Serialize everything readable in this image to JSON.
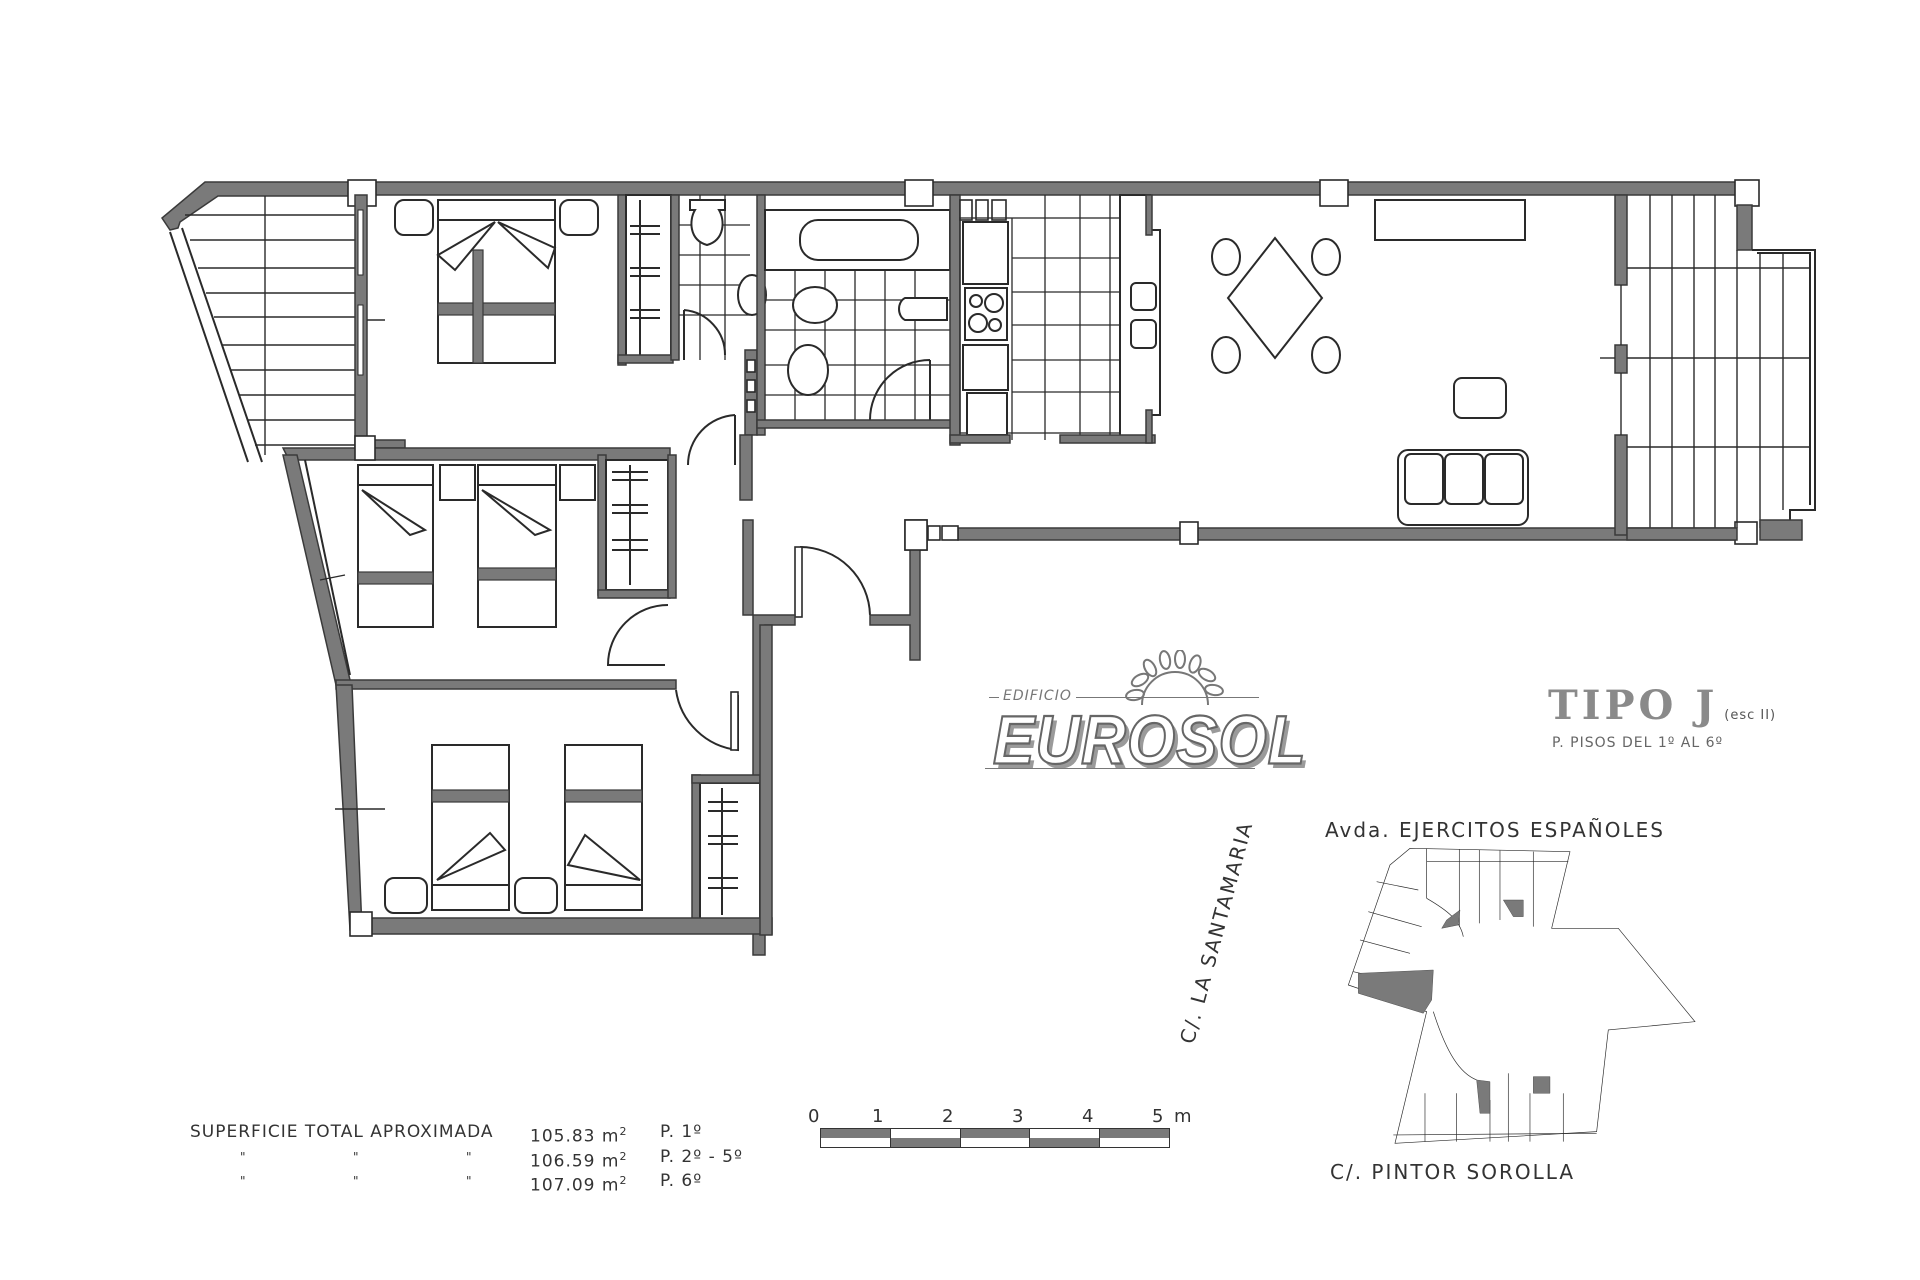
{
  "plan": {
    "title": "TIPO J",
    "staircase": "(esc II)",
    "floors_note": "P. PISOS DEL 1º AL 6º",
    "rooms": [
      {
        "id": "bedroom-master",
        "type": "bedroom",
        "furniture": [
          "double-bed",
          "nightstand",
          "nightstand",
          "wardrobe"
        ]
      },
      {
        "id": "bedroom-2",
        "type": "bedroom",
        "furniture": [
          "single-bed",
          "single-bed",
          "nightstand",
          "nightstand",
          "wardrobe"
        ]
      },
      {
        "id": "bedroom-3",
        "type": "bedroom",
        "furniture": [
          "single-bed",
          "single-bed",
          "nightstand",
          "nightstand",
          "wardrobe"
        ]
      },
      {
        "id": "bathroom-1",
        "type": "bathroom",
        "furniture": [
          "toilet",
          "washbasin"
        ]
      },
      {
        "id": "bathroom-2",
        "type": "bathroom",
        "furniture": [
          "bathtub",
          "toilet",
          "bidet",
          "washbasin"
        ]
      },
      {
        "id": "kitchen",
        "type": "kitchen",
        "furniture": [
          "cooktop",
          "sink",
          "fridge",
          "counter"
        ]
      },
      {
        "id": "living-dining",
        "type": "living-room",
        "furniture": [
          "dining-table",
          "chair",
          "chair",
          "chair",
          "chair",
          "sofa",
          "coffee-table",
          "sideboard"
        ]
      },
      {
        "id": "terrace-left",
        "type": "terrace"
      },
      {
        "id": "terrace-right",
        "type": "terrace"
      },
      {
        "id": "hallway",
        "type": "hallway"
      }
    ]
  },
  "logo": {
    "subtitle": "EDIFICIO",
    "name": "EUROSOL",
    "icon": "sun-icon"
  },
  "area": {
    "label": "SUPERFICIE TOTAL APROXIMADA",
    "ditto": "\"",
    "rows": [
      {
        "value": "105.83",
        "unit": "m",
        "exp": "2",
        "floor": "P.  1º"
      },
      {
        "value": "106.59",
        "unit": "m",
        "exp": "2",
        "floor": "P.  2º - 5º"
      },
      {
        "value": "107.09",
        "unit": "m",
        "exp": "2",
        "floor": "P.  6º"
      }
    ]
  },
  "scale_bar": {
    "ticks": [
      "0",
      "1",
      "2",
      "3",
      "4",
      "5"
    ],
    "unit": "m"
  },
  "site_plan": {
    "street_top": "Avda. EJERCITOS ESPAÑOLES",
    "street_left": "C/. LA SANTAMARIA",
    "street_bottom": "C/. PINTOR SOROLLA"
  },
  "colors": {
    "wall": "#7a7a7a",
    "line": "#2a2a2a",
    "background": "#ffffff",
    "title": "#8a8a8a"
  }
}
